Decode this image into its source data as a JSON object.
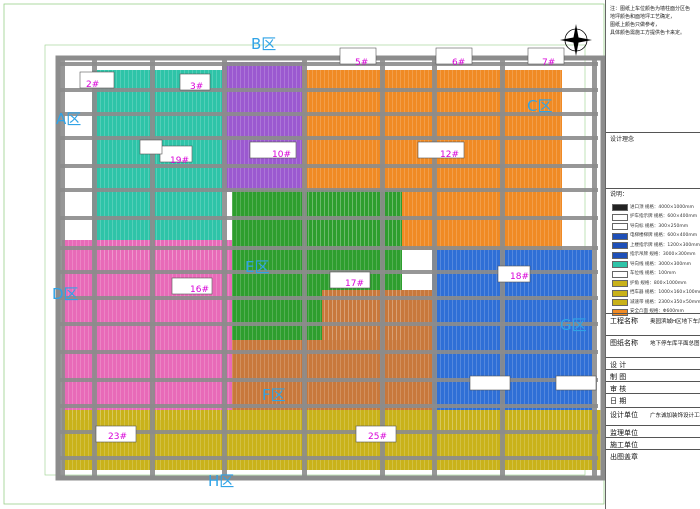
{
  "drawing": {
    "zones": [
      {
        "id": "A",
        "label": "A区",
        "color": "#2ec4a8"
      },
      {
        "id": "B",
        "label": "B区",
        "color": "#9b59d0"
      },
      {
        "id": "C",
        "label": "C区",
        "color": "#f08a24"
      },
      {
        "id": "D",
        "label": "D区",
        "color": "#e86ab8"
      },
      {
        "id": "E",
        "label": "E区",
        "color": "#2e9e2e"
      },
      {
        "id": "F",
        "label": "F区",
        "color": "#c8783c"
      },
      {
        "id": "G",
        "label": "G区",
        "color": "#2f6fd6"
      },
      {
        "id": "H",
        "label": "H区",
        "color": "#c9b21a"
      }
    ],
    "building_numbers": [
      "2#",
      "3#",
      "5#",
      "6#",
      "7#",
      "10#",
      "12#",
      "16#",
      "17#",
      "18#",
      "19#",
      "23#",
      "25#"
    ],
    "colors": {
      "road": "#8c8c8c",
      "label": "#2fa3e6",
      "number": "#d800d8",
      "frame": "#9ad08a"
    }
  },
  "title_block": {
    "notes": [
      "注：图纸上车位颜色为墙柱面分区色",
      "地坪颜色和面地坪工艺确定，",
      "图纸上颜色只做参考，",
      "具体颜色需施工方提供色卡来定。"
    ],
    "design_concept_title": "设计理念",
    "explain_title": "说明：",
    "legend": [
      {
        "label": "进口顶 规格：4000×1000mm",
        "color": "#222222"
      },
      {
        "label": "护车指示牌 规格：600×400mm",
        "color": "#ffffff"
      },
      {
        "label": "导向标 规格：300×250mm",
        "color": "#ffffff"
      },
      {
        "label": "电梯楼梯牌 规格：600×400mm",
        "color": "#1e4fb8"
      },
      {
        "label": "上楼指示牌 规格：1200×300mm",
        "color": "#1e4fb8"
      },
      {
        "label": "指示吊牌 规格：3000×300mm",
        "color": "#1e4fb8"
      },
      {
        "label": "导向线 规格：3000×300mm",
        "color": "#2ec4a8"
      },
      {
        "label": "车位线 规格：100mm",
        "color": "#ffffff"
      },
      {
        "label": "护角 规格：800×1000mm",
        "color": "#c9b21a"
      },
      {
        "label": "挡车器 规格：1000×160×100mm",
        "color": "#c9b21a"
      },
      {
        "label": "减速带 规格：2300×350×50mm",
        "color": "#c9b21a"
      },
      {
        "label": "安全凸面 规格：Φ600mm",
        "color": "#f08a24"
      }
    ],
    "rows": [
      {
        "label": "工程名称",
        "value": "奥园滨城H区地下车库"
      },
      {
        "label": "图纸名称",
        "value": "地下停车库平面总图"
      },
      {
        "label": "设 计",
        "value": ""
      },
      {
        "label": "制 图",
        "value": ""
      },
      {
        "label": "审 核",
        "value": ""
      },
      {
        "label": "日 期",
        "value": ""
      },
      {
        "label": "设计单位",
        "value": "广东诚加装饰设计工程有限公"
      },
      {
        "label": "监理单位",
        "value": ""
      },
      {
        "label": "施工单位",
        "value": ""
      },
      {
        "label": "出图盖章",
        "value": ""
      }
    ]
  }
}
